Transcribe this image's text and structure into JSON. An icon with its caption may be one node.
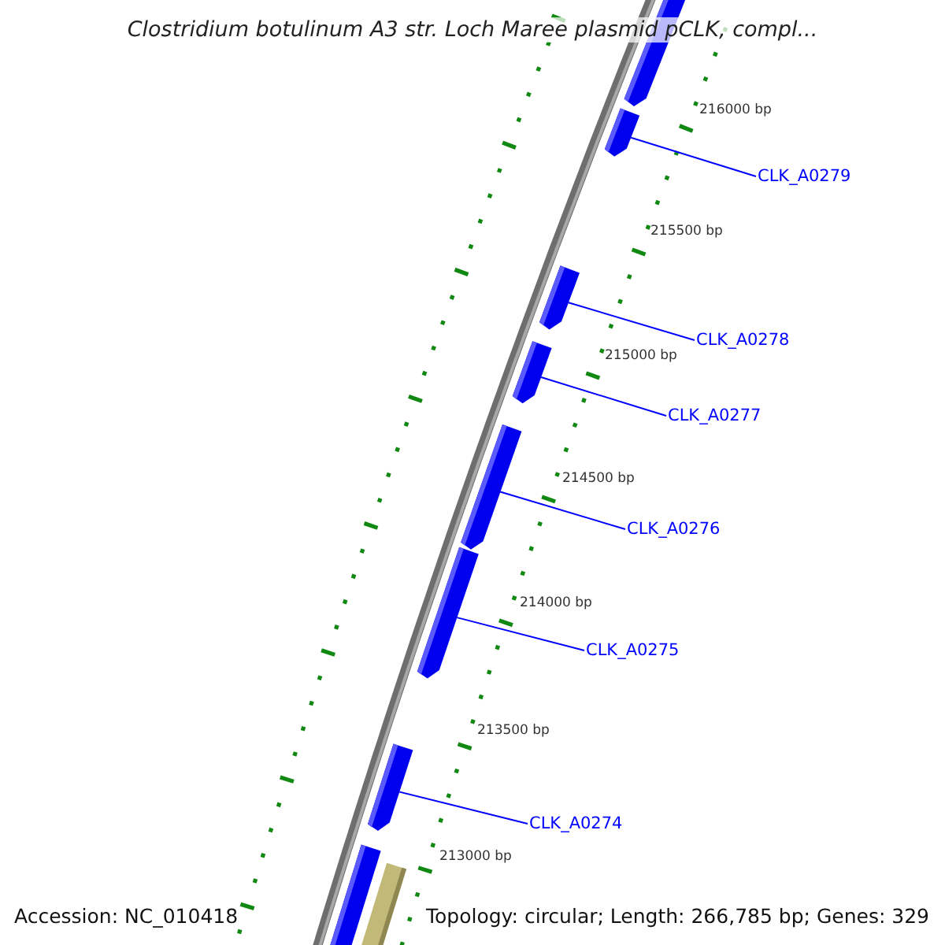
{
  "diagram": {
    "title": "Clostridium botulinum A3 str. Loch Maree plasmid pCLK, compl...",
    "nodes": [
      {
        "text": [],
        "shape": "bar"
      },
      {
        "text": [],
        "shape": "bar"
      },
      {
        "text": [
          "CLK_A0279"
        ]
      },
      {
        "text": [],
        "shape": "bar"
      },
      {
        "text": [
          "CLK_A0278"
        ]
      },
      {
        "text": [],
        "shape": "bar"
      },
      {
        "text": [
          "CLK_A0277"
        ]
      },
      {
        "text": [],
        "shape": "bar"
      },
      {
        "text": [
          "CLK_A0276"
        ]
      },
      {
        "text": [],
        "shape": "bar"
      },
      {
        "text": [
          "CLK_A0275"
        ]
      },
      {
        "text": [],
        "shape": "bar"
      },
      {
        "text": [
          "CLK_A0274"
        ]
      },
      {
        "text": [],
        "shape": "bar"
      },
      {
        "text": [],
        "shape": "bar"
      }
    ],
    "edges": [
      {
        "from": 2,
        "to": 1,
        "arrow": "none"
      },
      {
        "from": 4,
        "to": 3,
        "arrow": "none"
      },
      {
        "from": 6,
        "to": 5,
        "arrow": "none"
      },
      {
        "from": 8,
        "to": 7,
        "arrow": "none"
      },
      {
        "from": 10,
        "to": 9,
        "arrow": "none"
      },
      {
        "from": 12,
        "to": 11,
        "arrow": "none"
      }
    ],
    "labels": [
      "216000 bp",
      "215500 bp",
      "215000 bp",
      "214500 bp",
      "214000 bp",
      "213500 bp",
      "213000 bp",
      "Accession: NC_010418",
      "Topology: circular; Length: 266,785 bp; Genes: 329"
    ]
  }
}
